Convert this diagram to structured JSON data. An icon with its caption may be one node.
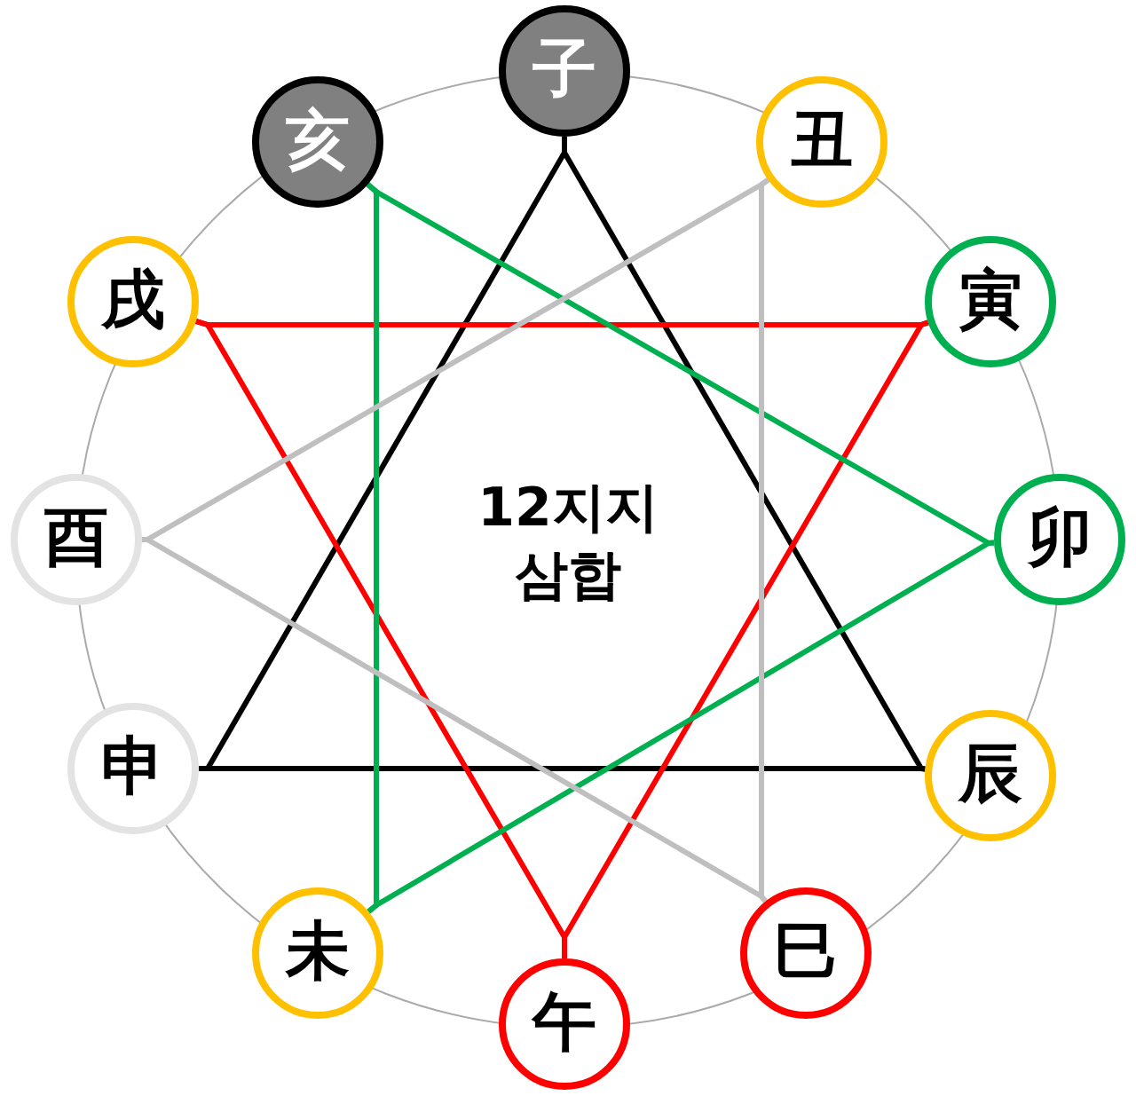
{
  "diagram": {
    "title": "12지지 삼합",
    "nodes": [
      {
        "text": [
          "子"
        ]
      },
      {
        "text": [
          "丑"
        ]
      },
      {
        "text": [
          "寅"
        ]
      },
      {
        "text": [
          "卯"
        ]
      },
      {
        "text": [
          "辰"
        ]
      },
      {
        "text": [
          "巳"
        ]
      },
      {
        "text": [
          "午"
        ]
      },
      {
        "text": [
          "未"
        ]
      },
      {
        "text": [
          "申"
        ]
      },
      {
        "text": [
          "酉"
        ]
      },
      {
        "text": [
          "戌"
        ]
      },
      {
        "text": [
          "亥"
        ]
      }
    ],
    "edges": [
      {
        "from": 0,
        "to": 4,
        "arrow": "none",
        "color": "#000000"
      },
      {
        "from": 4,
        "to": 8,
        "arrow": "none",
        "color": "#000000"
      },
      {
        "from": 8,
        "to": 0,
        "arrow": "none",
        "color": "#000000"
      },
      {
        "from": 10,
        "to": 2,
        "arrow": "none",
        "color": "#ff0000"
      },
      {
        "from": 2,
        "to": 6,
        "arrow": "none",
        "color": "#ff0000"
      },
      {
        "from": 6,
        "to": 10,
        "arrow": "none",
        "color": "#ff0000"
      },
      {
        "from": 11,
        "to": 3,
        "arrow": "none",
        "color": "#00b050"
      },
      {
        "from": 3,
        "to": 7,
        "arrow": "none",
        "color": "#00b050"
      },
      {
        "from": 7,
        "to": 11,
        "arrow": "none",
        "color": "#00b050"
      },
      {
        "from": 1,
        "to": 9,
        "arrow": "none",
        "color": "#bfbfbf"
      },
      {
        "from": 9,
        "to": 5,
        "arrow": "none",
        "color": "#bfbfbf"
      },
      {
        "from": 5,
        "to": 1,
        "arrow": "none",
        "color": "#bfbfbf"
      }
    ]
  }
}
